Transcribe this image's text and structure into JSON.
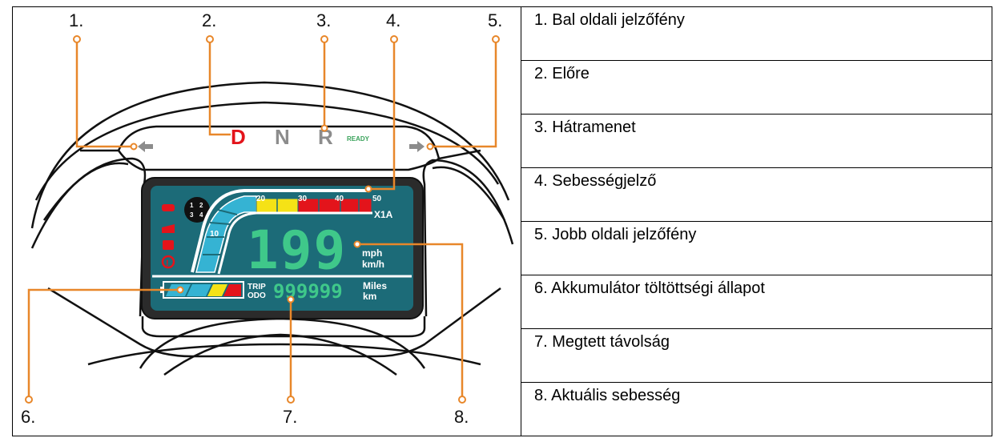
{
  "callout_numbers": [
    "1.",
    "2.",
    "3.",
    "4.",
    "5.",
    "6.",
    "7.",
    "8."
  ],
  "dashboard": {
    "gear_d": "D",
    "gear_n": "N",
    "gear_r": "R",
    "ready": "READY",
    "mode_digits": [
      "1",
      "2",
      "3",
      "4"
    ],
    "scale_ticks": [
      "10",
      "20",
      "30",
      "40",
      "50"
    ],
    "model": "X1A",
    "speed": "199",
    "speed_units": [
      "mph",
      "km/h"
    ],
    "trip_labels": [
      "TRIP",
      "ODO"
    ],
    "distance": "999999",
    "distance_units": [
      "Miles",
      "km"
    ]
  },
  "legend": [
    "1. Bal oldali jelzőfény",
    "2. Előre",
    "3. Hátramenet",
    "4. Sebességjelző",
    "5. Jobb oldali jelzőfény",
    "6. Akkumulátor töltöttségi állapot",
    "7. Megtett távolság",
    "8. Aktuális sebesség"
  ],
  "colors": {
    "callout": "#e8872a",
    "display_bg": "#1c6b78",
    "segment_green": "#3fc88a",
    "arc_cyan": "#35b3d3",
    "arc_yellow": "#f5e216",
    "arc_red": "#e3141b",
    "gear_d": "#e3141b",
    "gear_gray": "#8c8c8c",
    "ready": "#3aa35b"
  }
}
